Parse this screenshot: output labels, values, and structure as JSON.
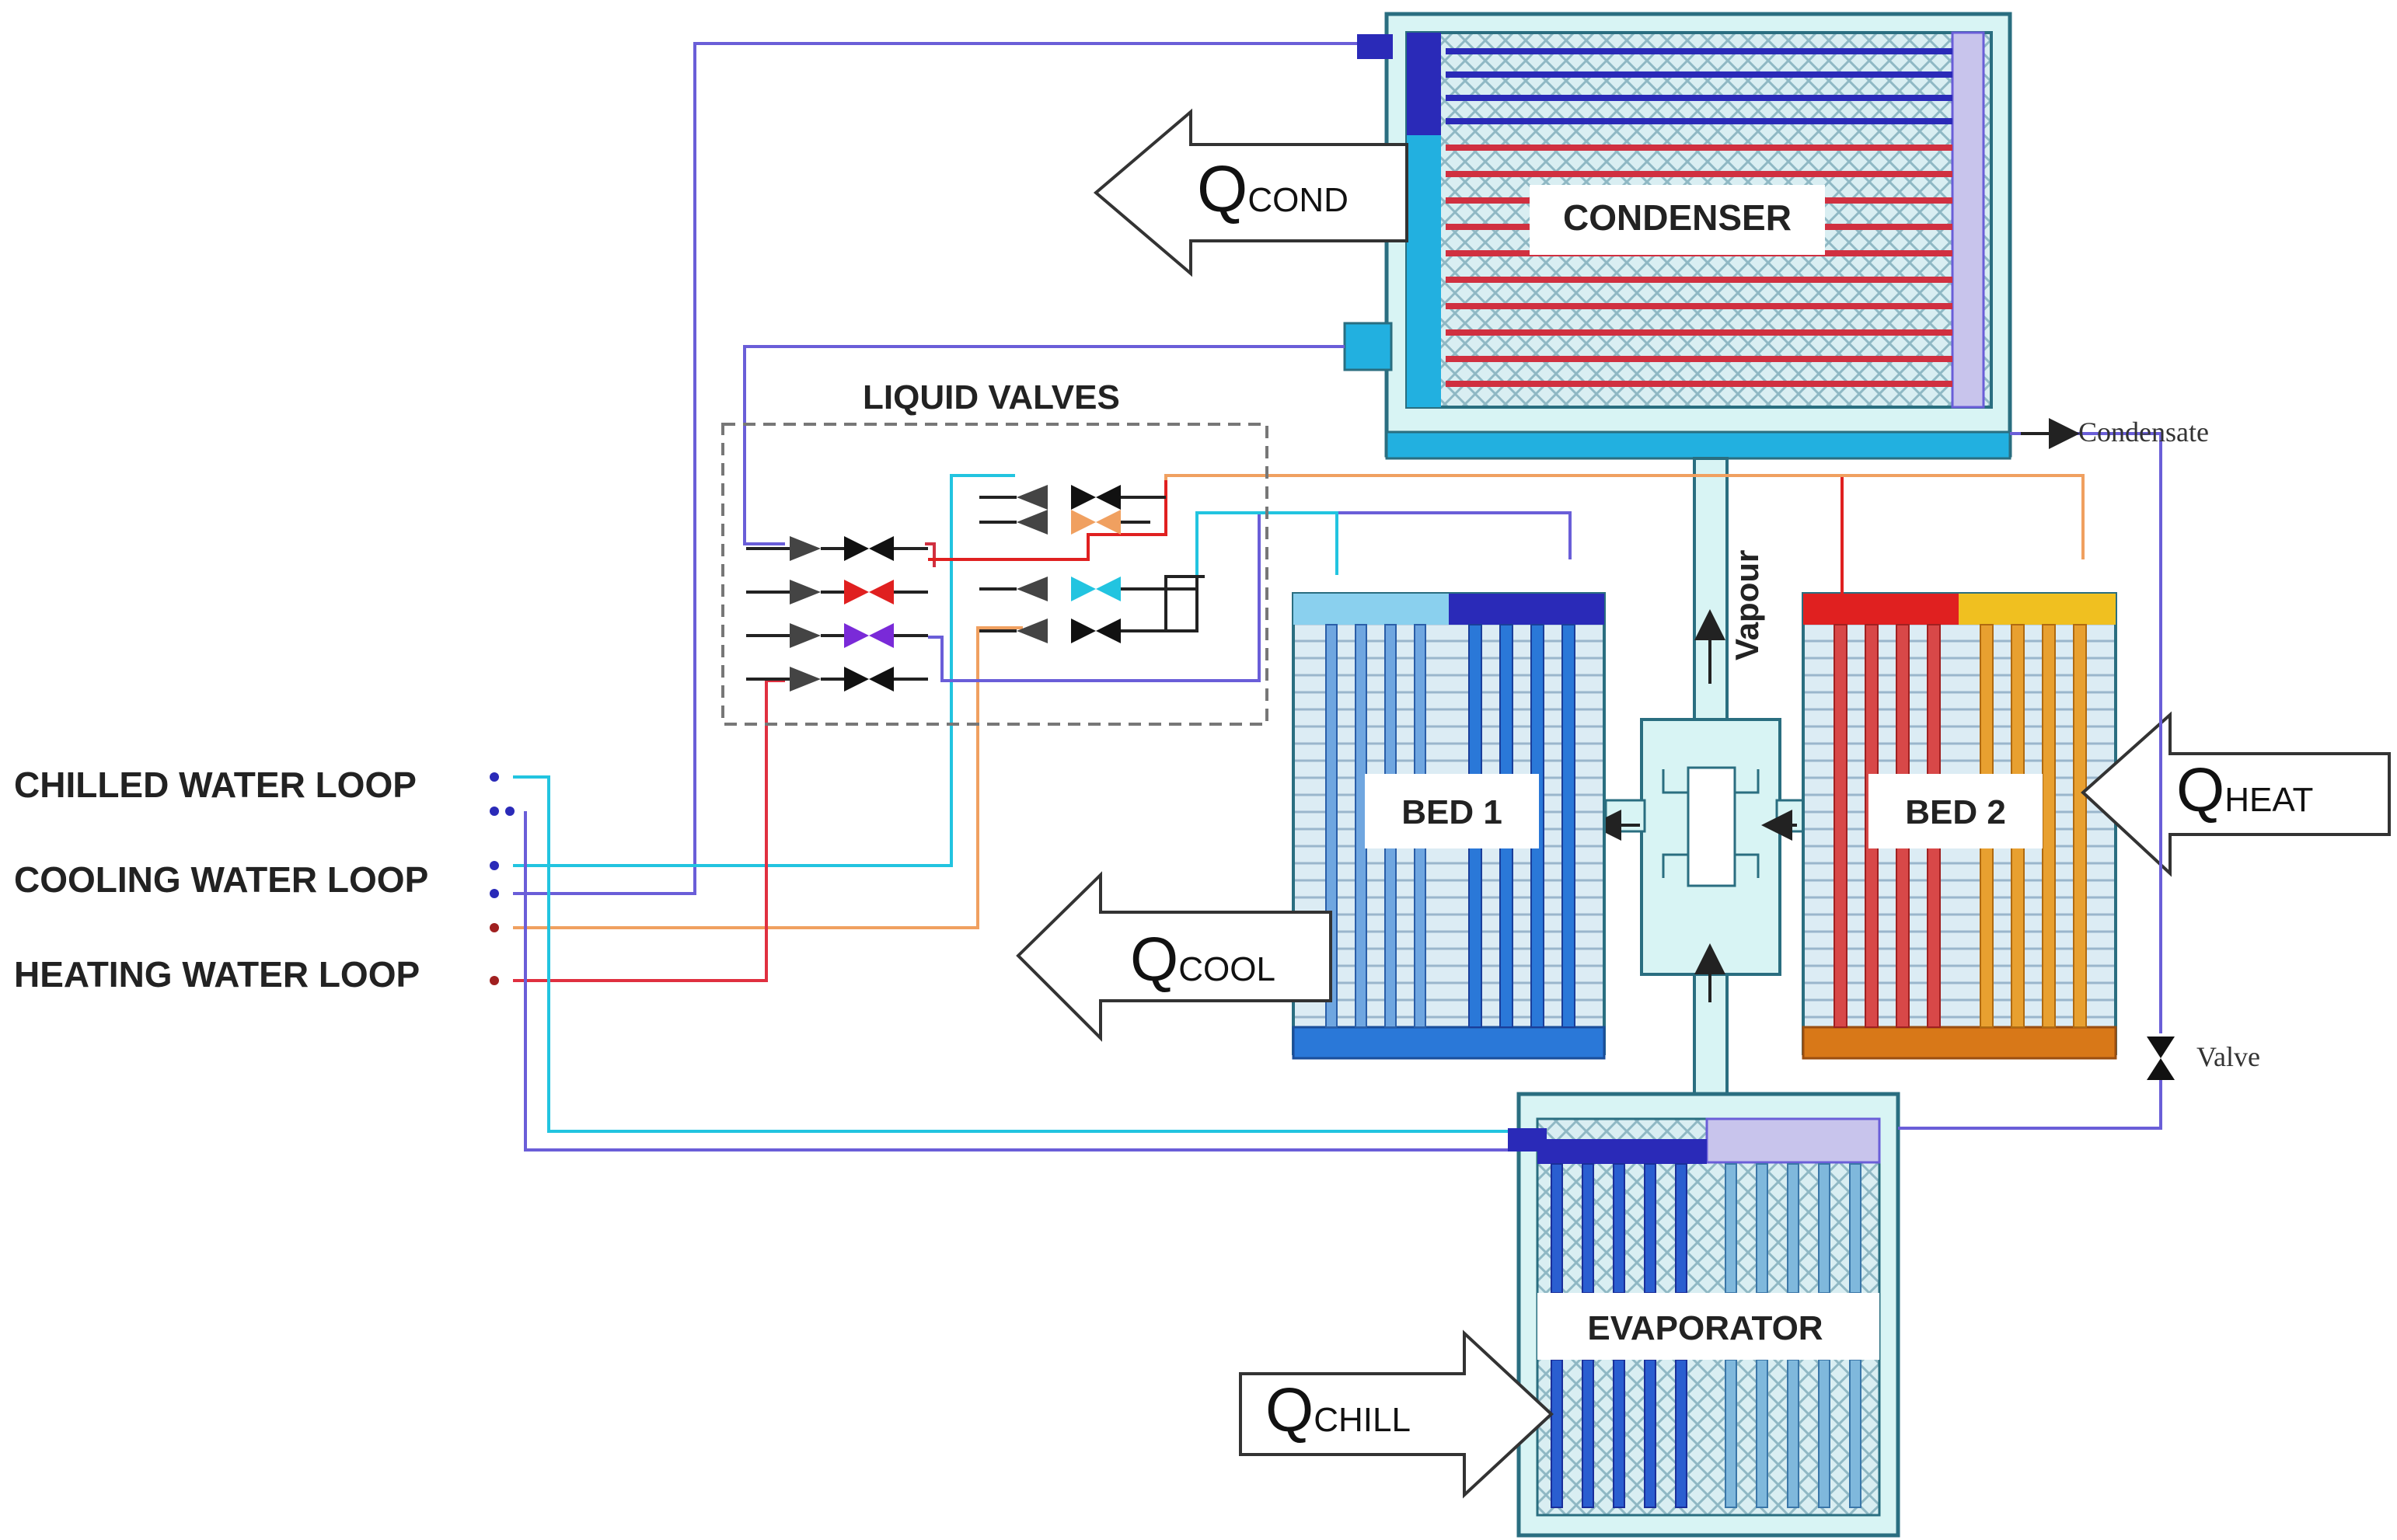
{
  "loops": {
    "chilled": "CHILLED WATER LOOP",
    "cooling": "COOLING WATER LOOP",
    "heating": "HEATING WATER LOOP"
  },
  "components": {
    "condenser": "CONDENSER",
    "evaporator": "EVAPORATOR",
    "bed1": "BED 1",
    "bed2": "BED 2",
    "liquid_valves": "LIQUID VALVES",
    "vapour": "Vapour",
    "condensate": "Condensate",
    "valve": "Valve"
  },
  "heat_flows": {
    "cond": {
      "q": "Q",
      "sub": "COND"
    },
    "cool": {
      "q": "Q",
      "sub": "COOL"
    },
    "heat": {
      "q": "Q",
      "sub": "HEAT"
    },
    "chill": {
      "q": "Q",
      "sub": "CHILL"
    }
  },
  "colors": {
    "chilled": "#22c4e0",
    "cooling": "#6a5ed8",
    "heating": "#e03040",
    "hot_return": "#f0a060",
    "condenser_fill": "#d8f4f4",
    "header_blue": "#2a78d8",
    "dark_blue": "#2a2ab8",
    "red": "#e02020",
    "yellow": "#f0c020",
    "orange": "#d87818"
  }
}
